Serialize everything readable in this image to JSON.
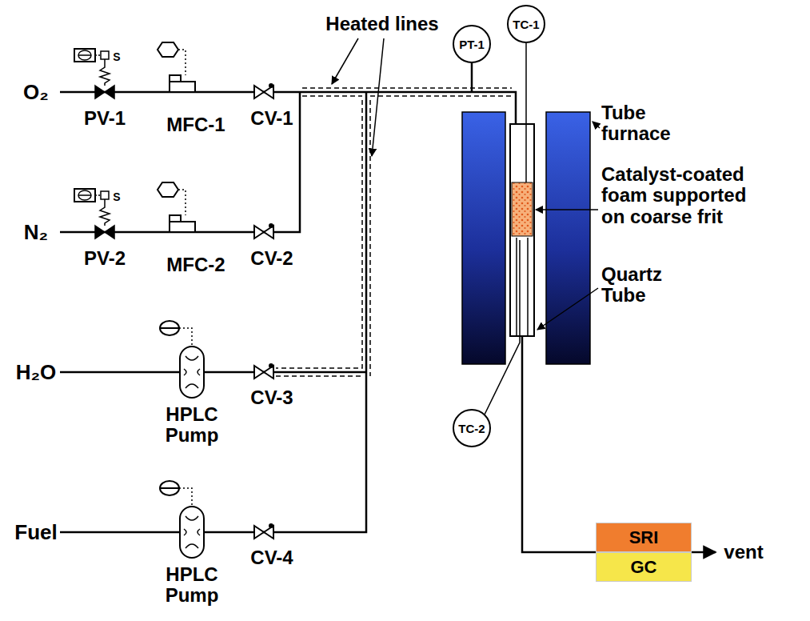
{
  "diagram": {
    "nodes": [
      {
        "text": [
          "PT-1"
        ]
      },
      {
        "text": [
          "TC-1"
        ]
      },
      {
        "text": [
          "TC-2"
        ]
      },
      {
        "text": [
          "SRI"
        ]
      },
      {
        "text": [
          "GC"
        ]
      }
    ],
    "labels": [
      "O₂",
      "S",
      "PV-1",
      "MFC-1",
      "CV-1",
      "N₂",
      "S",
      "PV-2",
      "MFC-2",
      "CV-2",
      "H₂O",
      "HPLC Pump",
      "CV-3",
      "Fuel",
      "HPLC Pump",
      "CV-4",
      "Heated lines",
      "Tube furnace",
      "Catalyst-coated foam supported on coarse frit",
      "Quartz Tube",
      "vent"
    ]
  }
}
